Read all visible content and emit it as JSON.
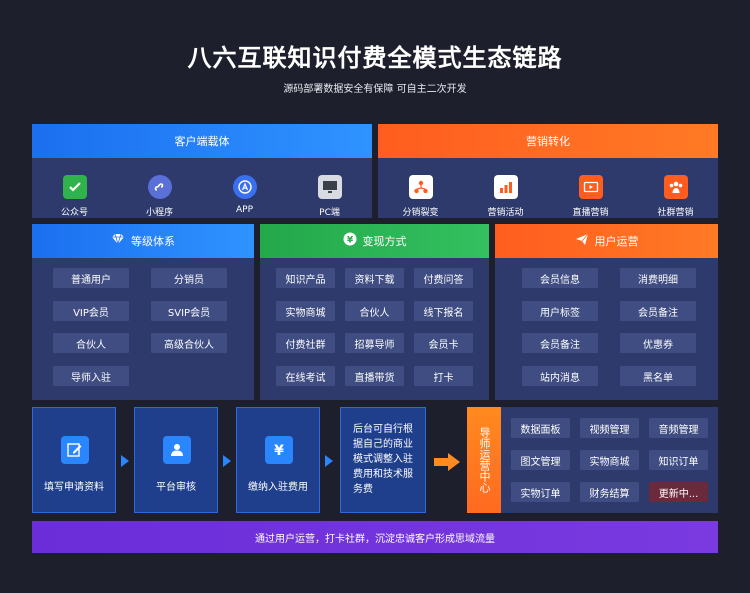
{
  "header": {
    "title": "八六互联知识付费全模式生态链路",
    "subtitle": "源码部署数据安全有保障  可自主二次开发"
  },
  "media": {
    "title": "客户端载体",
    "items": [
      {
        "label": "公众号",
        "icon": "wechat-icon",
        "color": "#2fb34a"
      },
      {
        "label": "小程序",
        "icon": "mini-program-icon",
        "color": "#5b6fd8"
      },
      {
        "label": "APP",
        "icon": "app-icon",
        "color": "#3a6ff0"
      },
      {
        "label": "PC端",
        "icon": "monitor-icon",
        "color": "#8a8f9c"
      }
    ]
  },
  "marketing": {
    "title": "营销转化",
    "items": [
      {
        "label": "分销裂变",
        "icon": "distribution-icon",
        "color": "#ff6a1f"
      },
      {
        "label": "营销活动",
        "icon": "chart-icon",
        "color": "#ff6a1f"
      },
      {
        "label": "直播营销",
        "icon": "live-icon",
        "color": "#ff6a1f"
      },
      {
        "label": "社群营销",
        "icon": "community-icon",
        "color": "#ff6a1f"
      }
    ]
  },
  "levels": {
    "title": "等级体系",
    "items": [
      "普通用户",
      "分销员",
      "VIP会员",
      "SVIP会员",
      "合伙人",
      "高级合伙人",
      "导师入驻"
    ]
  },
  "monetize": {
    "title": "变现方式",
    "items": [
      "知识产品",
      "资料下载",
      "付费问答",
      "实物商城",
      "合伙人",
      "线下报名",
      "付费社群",
      "招募导师",
      "会员卡",
      "在线考试",
      "直播带货",
      "打卡"
    ]
  },
  "ops": {
    "title": "用户运营",
    "items": [
      "会员信息",
      "消费明细",
      "用户标签",
      "会员备注",
      "会员备注",
      "优惠券",
      "站内消息",
      "黑名单"
    ]
  },
  "flow": {
    "steps": [
      "填写申请资料",
      "平台审核",
      "缴纳入驻费用"
    ],
    "note": "后台可自行根据自己的商业模式调整入驻费用和技术服务费",
    "center_label": "导师运营中心",
    "center_items": [
      "数据面板",
      "视频管理",
      "音频管理",
      "图文管理",
      "实物商城",
      "知识订单",
      "实物订单",
      "财务结算",
      "更新中..."
    ]
  },
  "footer": {
    "text": "通过用户运营，打卡社群，沉淀忠诚客户形成思域流量"
  }
}
